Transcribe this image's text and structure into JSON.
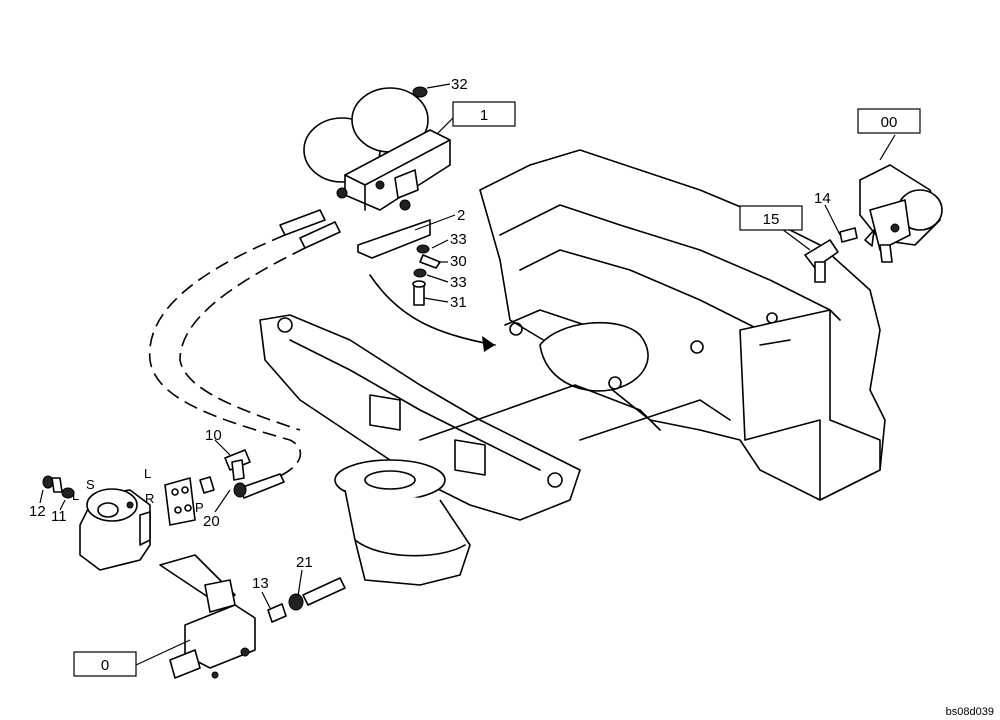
{
  "drawing_code": "bs08d039",
  "boxed_refs": {
    "valve_assembly": "1",
    "pump_assembly": "00",
    "fitting_15": "15",
    "control_valve": "0"
  },
  "callouts": {
    "c2": "2",
    "c10": "10",
    "c11": "11",
    "c12": "12",
    "c13": "13",
    "c14": "14",
    "c20": "20",
    "c21": "21",
    "c30": "30",
    "c31": "31",
    "c32": "32",
    "c33a": "33",
    "c33b": "33"
  },
  "port_letters": {
    "pump_s": "S",
    "pump_l": "L",
    "plate_l": "L",
    "plate_r": "R",
    "plate_p": "P"
  }
}
